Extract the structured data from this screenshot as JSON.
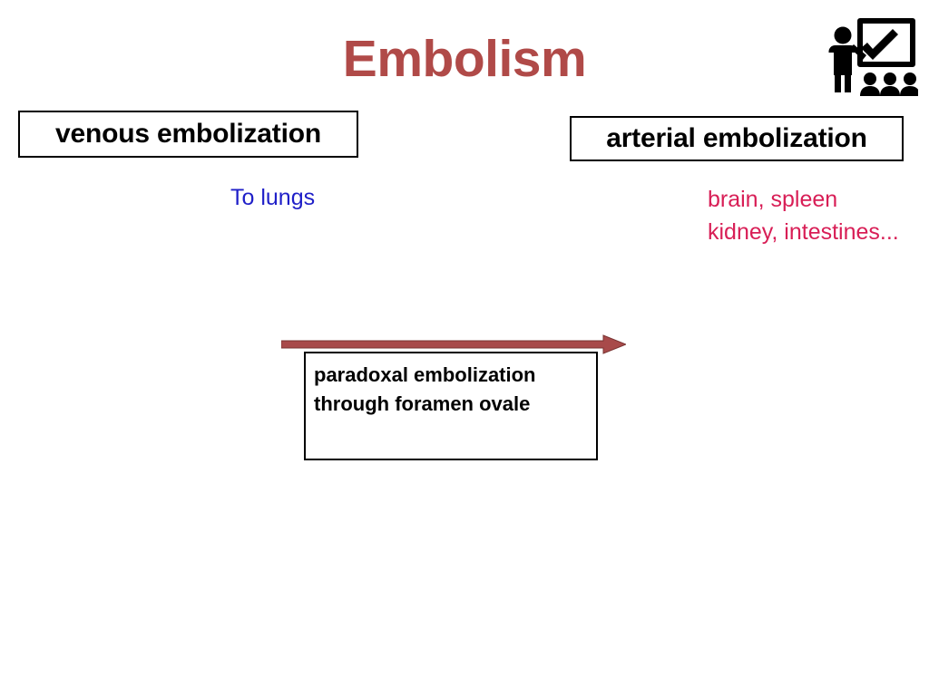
{
  "slide": {
    "title": "Embolism",
    "title_color": "#B04A48",
    "background_color": "#ffffff"
  },
  "icon": {
    "name": "lecture-presentation-icon",
    "description": "presenter at whiteboard with checkmark and three audience figures",
    "color": "#000000"
  },
  "branches": {
    "venous": {
      "heading": "venous embolization",
      "note": "To lungs",
      "note_color": "#1F1FC8"
    },
    "arterial": {
      "heading": "arterial embolization",
      "note_lines": [
        "brain, spleen",
        "kidney, intestines..."
      ],
      "note_color": "#D81E56"
    }
  },
  "paradox": {
    "arrow": {
      "name": "right-arrow",
      "direction": "right",
      "color": "#A84A4A"
    },
    "lines": [
      "paradoxal embolization",
      "through foramen ovale"
    ],
    "text_color": "#000000",
    "border_color": "#000000"
  }
}
